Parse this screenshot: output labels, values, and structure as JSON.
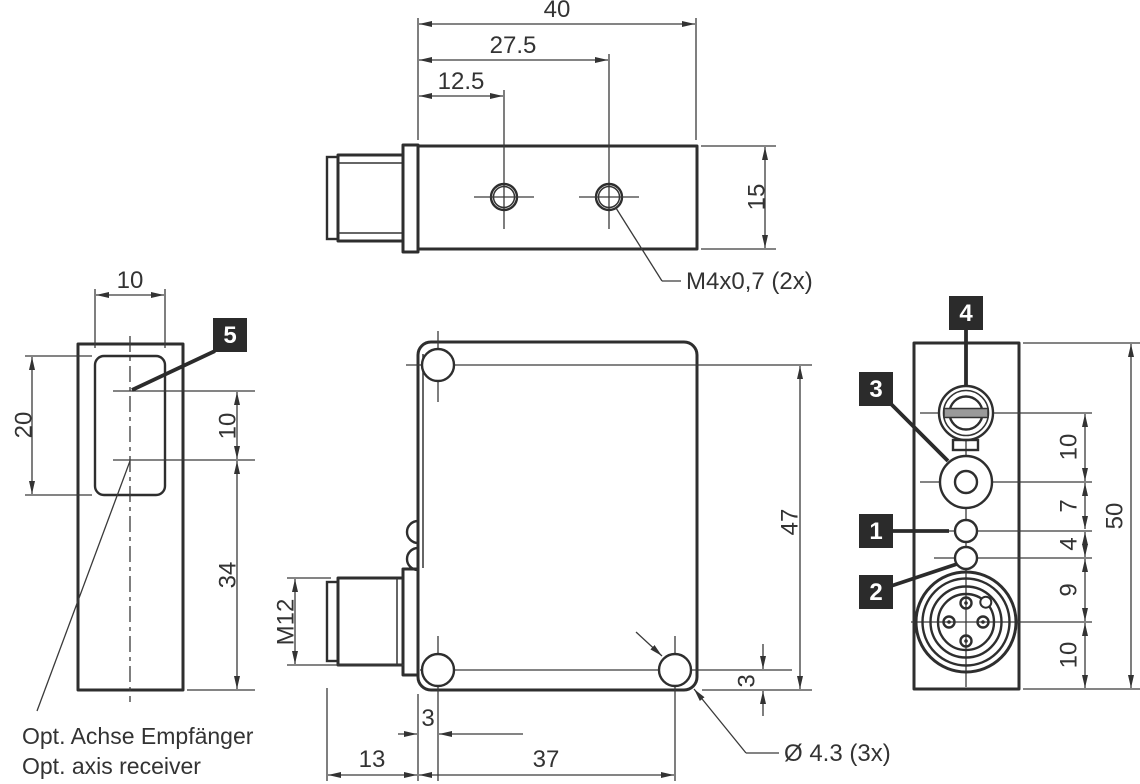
{
  "drawing_type": "technical-dimension-drawing",
  "colors": {
    "line": "#333333",
    "outline": "#2e2e2e",
    "callout_background": "#2b2b2b",
    "callout_text": "#ffffff",
    "screw_slot_fill": "#9a9a9a",
    "background": "#ffffff"
  },
  "views": {
    "top": {
      "dim_length": "40",
      "dim_hole2_offset": "27.5",
      "dim_hole1_offset": "12.5",
      "dim_height": "15",
      "thread_callout": "M4x0,7 (2x)"
    },
    "side": {
      "dim_width": "10",
      "dim_window_height": "20",
      "dim_axis_gap": "10",
      "dim_axis_to_bottom": "34",
      "callout_number": "5",
      "note_de": "Opt. Achse Empfänger",
      "note_en": "Opt. axis receiver"
    },
    "front": {
      "dim_connector_thread": "M12",
      "dim_hole_to_bottom": "47",
      "dim_hole_edge": "3",
      "dim_hole_inset": "3",
      "dim_connector_length": "13",
      "dim_hole_span": "37",
      "hole_callout": "Ø 4.3 (3x)"
    },
    "rear": {
      "callout_adjuster": "4",
      "callout_receiver": "3",
      "callout_indicator1": "1",
      "callout_indicator2": "2",
      "dim_adjuster_to_receiver": "10",
      "dim_receiver_to_ind1": "7",
      "dim_ind1_to_ind2": "4",
      "dim_ind2_to_connector": "9",
      "dim_connector_to_bottom": "10",
      "dim_total_height": "50"
    }
  }
}
